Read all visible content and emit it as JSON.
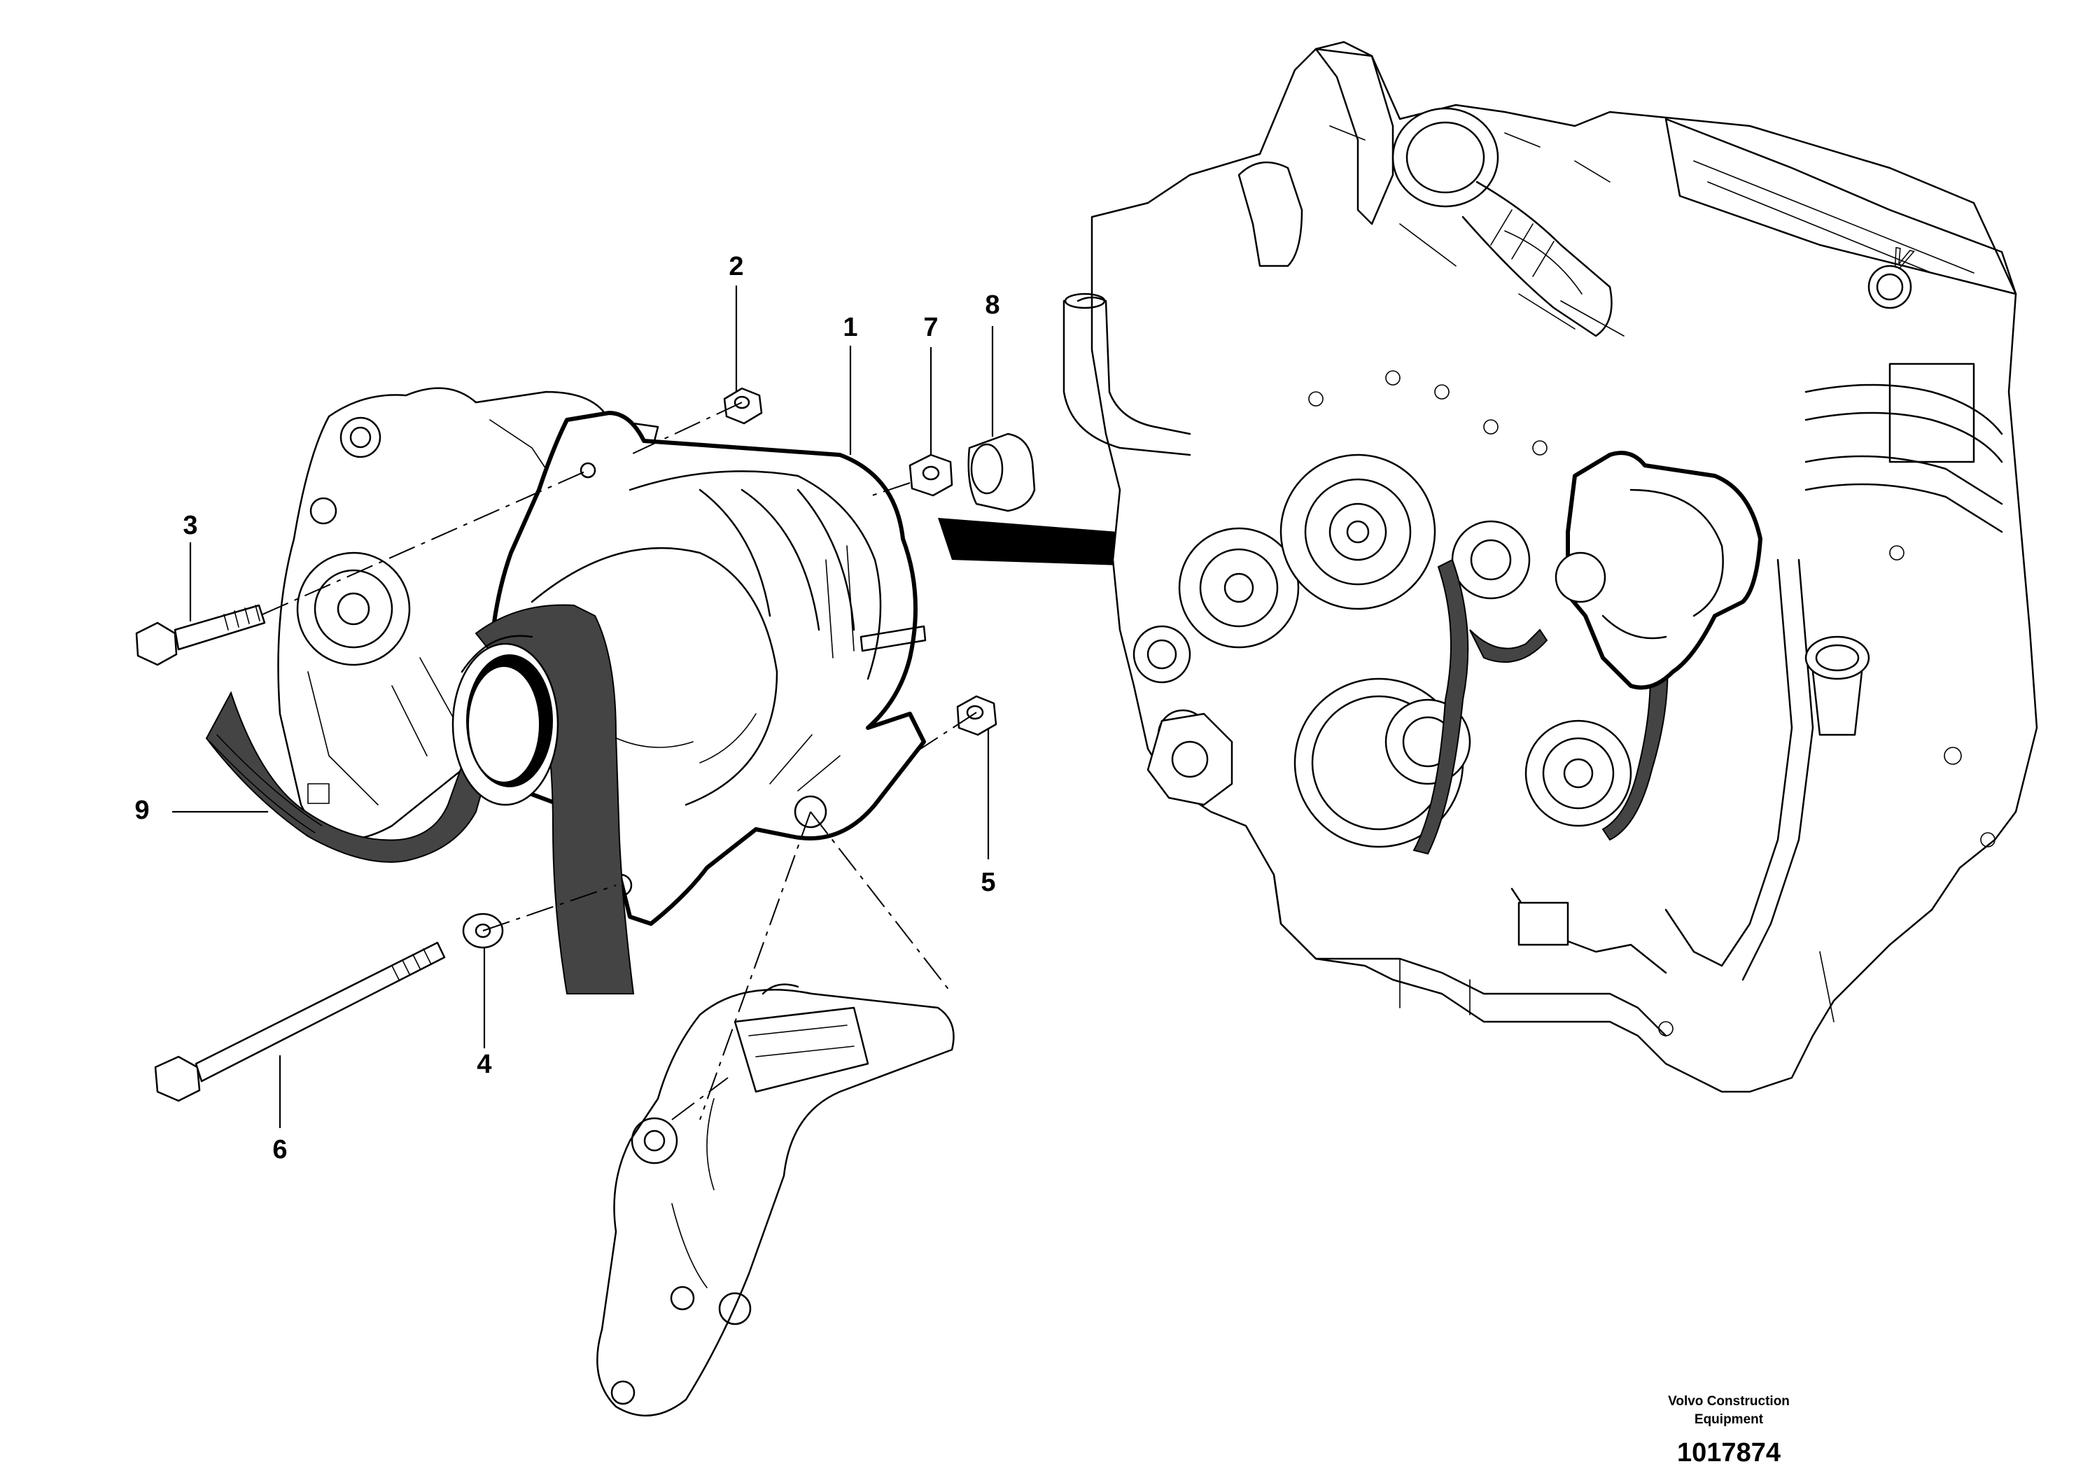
{
  "callouts": {
    "c1": "1",
    "c2": "2",
    "c3": "3",
    "c4": "4",
    "c5": "5",
    "c6": "6",
    "c7": "7",
    "c8": "8",
    "c9": "9"
  },
  "credit": {
    "line1": "Volvo Construction",
    "line2": "Equipment",
    "doc_number": "1017874"
  }
}
